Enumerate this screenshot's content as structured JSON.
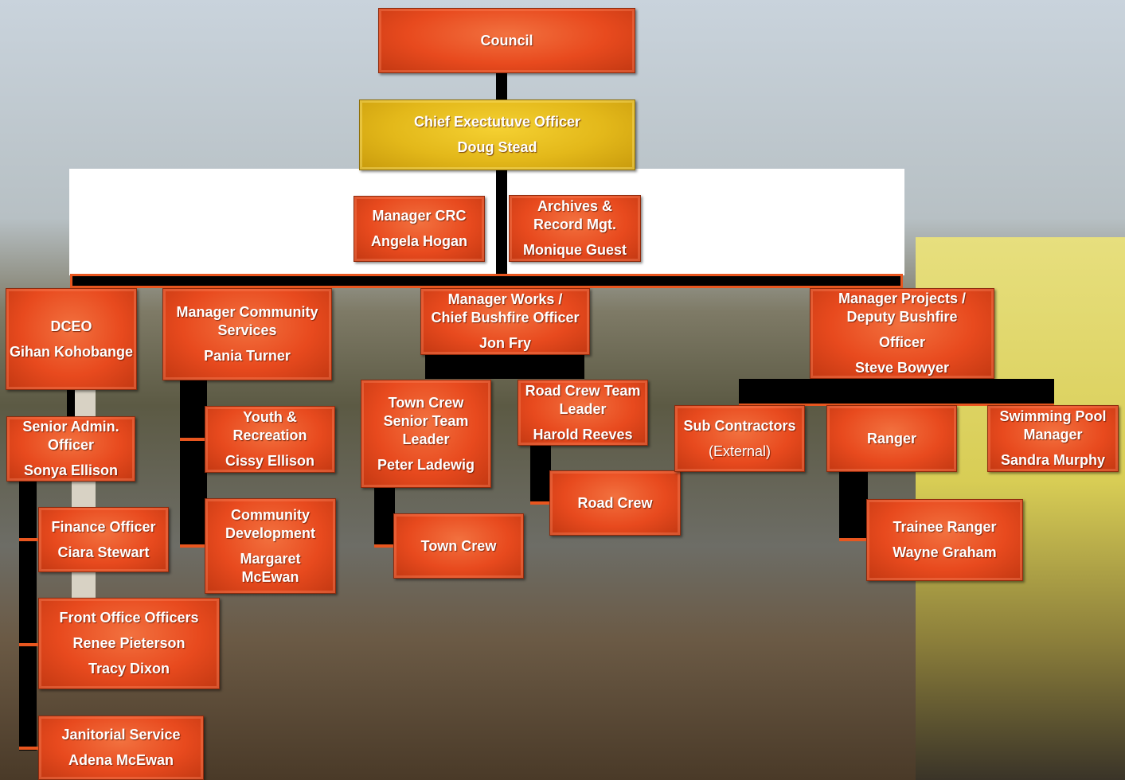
{
  "boxes": {
    "council": {
      "title": "Council"
    },
    "ceo": {
      "title": "Chief Exectutuve Officer",
      "name": "Doug Stead"
    },
    "crc": {
      "title": "Manager CRC",
      "name": "Angela Hogan"
    },
    "archives": {
      "title_1": "Archives &",
      "title_2": "Record Mgt.",
      "name": "Monique Guest"
    },
    "dceo": {
      "title": "DCEO",
      "name": "Gihan Kohobange"
    },
    "community_services": {
      "title_1": "Manager Community",
      "title_2": "Services",
      "name": "Pania Turner"
    },
    "works": {
      "title_1": "Manager  Works /",
      "title_2": "Chief Bushfire  Officer",
      "name": "Jon Fry"
    },
    "projects": {
      "title_1": "Manager Projects /",
      "title_2": "Deputy Bushfire",
      "title_3": "Officer",
      "name": "Steve Bowyer"
    },
    "senior_admin": {
      "title_1": "Senior Admin.",
      "title_2": "Officer",
      "name": "Sonya Ellison"
    },
    "finance": {
      "title": "Finance Officer",
      "name": "Ciara Stewart"
    },
    "front_office": {
      "title": "Front Office Officers",
      "name_1": "Renee Pieterson",
      "name_2": "Tracy Dixon"
    },
    "janitorial": {
      "title": "Janitorial Service",
      "name": "Adena McEwan"
    },
    "youth": {
      "title_1": "Youth  &",
      "title_2": "Recreation",
      "name": "Cissy Ellison"
    },
    "community_dev": {
      "title_1": "Community",
      "title_2": "Development",
      "name_1": "Margaret",
      "name_2": "McEwan"
    },
    "town_crew_leader": {
      "title_1": "Town Crew",
      "title_2": "Senior Team",
      "title_3": "Leader",
      "name": "Peter  Ladewig"
    },
    "town_crew": {
      "title": "Town Crew"
    },
    "road_crew_leader": {
      "title_1": "Road Crew Team",
      "title_2": "Leader",
      "name": "Harold Reeves"
    },
    "road_crew": {
      "title": "Road Crew"
    },
    "sub_contractors": {
      "title": "Sub Contractors",
      "note": "(External)"
    },
    "ranger": {
      "title": "Ranger"
    },
    "swimming_pool": {
      "title_1": "Swimming Pool",
      "title_2": "Manager",
      "name": "Sandra Murphy"
    },
    "trainee_ranger": {
      "title": "Trainee Ranger",
      "name": "Wayne Graham"
    }
  },
  "colors": {
    "box_orange": "#e84a1e",
    "box_gold": "#e3b81a",
    "connector": "#000000"
  }
}
